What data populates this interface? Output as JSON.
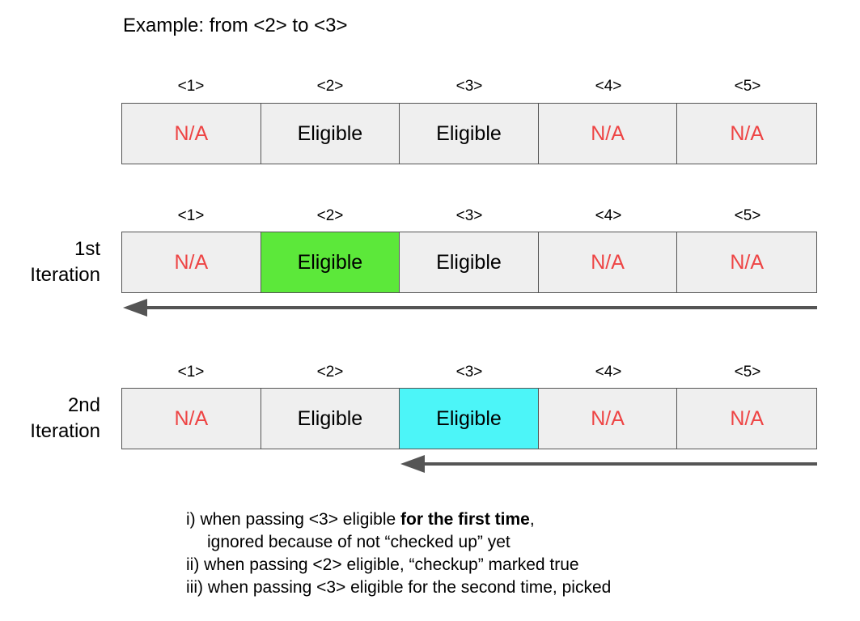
{
  "title": "Example: from <2> to <3>",
  "indices": [
    "<1>",
    "<2>",
    "<3>",
    "<4>",
    "<5>"
  ],
  "rows": [
    {
      "label_line1": "",
      "label_line2": "",
      "cells": [
        "N/A",
        "Eligible",
        "Eligible",
        "N/A",
        "N/A"
      ]
    },
    {
      "label_line1": "1st",
      "label_line2": "Iteration",
      "cells": [
        "N/A",
        "Eligible",
        "Eligible",
        "N/A",
        "N/A"
      ]
    },
    {
      "label_line1": "2nd",
      "label_line2": "Iteration",
      "cells": [
        "N/A",
        "Eligible",
        "Eligible",
        "N/A",
        "N/A"
      ]
    }
  ],
  "colors": {
    "na_text": "#ee4444",
    "highlight_iter1": "#5ce83a",
    "highlight_iter2": "#4cf5f8",
    "arrow": "#555555"
  },
  "notes": {
    "line1_prefix": "i) when passing <3> eligible ",
    "line1_bold": "for the first time",
    "line1_suffix": ",",
    "line2": "ignored because of not “checked up” yet",
    "line3": "ii) when passing <2> eligible, “checkup” marked true",
    "line4": "iii) when passing <3> eligible for the second time, picked"
  }
}
